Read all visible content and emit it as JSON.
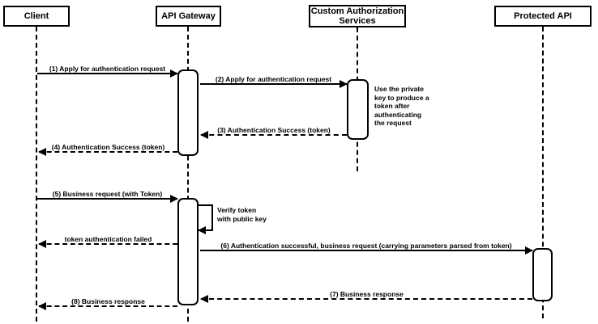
{
  "diagram": {
    "type": "sequence-diagram",
    "participants": [
      {
        "id": "client",
        "label": "Client"
      },
      {
        "id": "api-gateway",
        "label": "API Gateway"
      },
      {
        "id": "custom-authorization-services",
        "label": "Custom Authorization Services"
      },
      {
        "id": "protected-api",
        "label": "Protected API"
      }
    ],
    "messages": [
      {
        "seq": "1",
        "label": "(1) Apply for authentication request",
        "from": "Client",
        "to": "API Gateway",
        "style": "solid"
      },
      {
        "seq": "2",
        "label": "(2) Apply for authentication request",
        "from": "API Gateway",
        "to": "Custom Authorization Services",
        "style": "solid"
      },
      {
        "seq": "3",
        "label": "(3) Authentication Success (token)",
        "from": "Custom Authorization Services",
        "to": "API Gateway",
        "style": "dashed"
      },
      {
        "seq": "4",
        "label": "(4) Authentication Success (token)",
        "from": "API Gateway",
        "to": "Client",
        "style": "dashed"
      },
      {
        "seq": "5",
        "label": "(5) Business request (with Token)",
        "from": "Client",
        "to": "API Gateway",
        "style": "solid"
      },
      {
        "seq": "",
        "label": "token authentication failed",
        "from": "API Gateway",
        "to": "Client",
        "style": "dashed"
      },
      {
        "seq": "6",
        "label": "(6) Authentication successful, business request (carrying parameters parsed from token)",
        "from": "API Gateway",
        "to": "Protected API",
        "style": "solid"
      },
      {
        "seq": "7",
        "label": "(7) Business response",
        "from": "Protected API",
        "to": "API Gateway",
        "style": "dashed"
      },
      {
        "seq": "8",
        "label": "(8) Business response",
        "from": "API Gateway",
        "to": "Client",
        "style": "dashed"
      }
    ],
    "self_message": {
      "label": "Verify token\nwith public key",
      "on": "API Gateway"
    },
    "note": {
      "label": "Use the private\nkey to produce a\ntoken after\nauthenticating\nthe request",
      "near": "Custom Authorization Services"
    },
    "colors": {
      "stroke": "#000000",
      "fill": "#ffffff",
      "background": "#ffffff"
    }
  }
}
